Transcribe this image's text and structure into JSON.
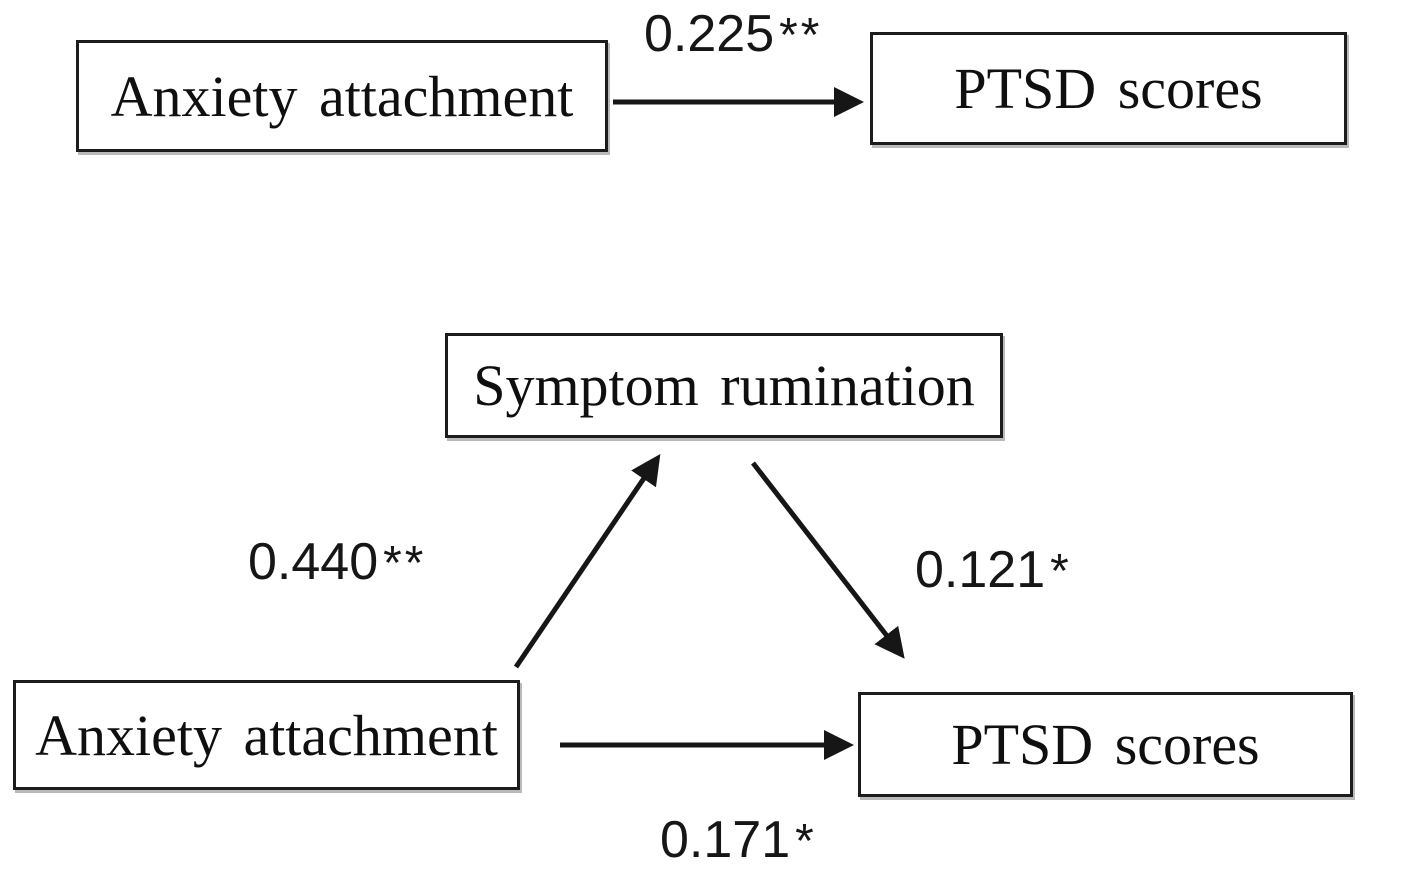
{
  "figure": {
    "background_color": "#ffffff",
    "ink_color": "#161616",
    "total_effect_model": {
      "predictor": {
        "label": "Anxiety attachment"
      },
      "outcome": {
        "label": "PTSD scores"
      },
      "direct_path": {
        "coefficient": "0.225",
        "significance": "**",
        "full_label": "0.225**"
      }
    },
    "mediation_model": {
      "predictor": {
        "label": "Anxiety attachment"
      },
      "mediator": {
        "label": "Symptom rumination"
      },
      "outcome": {
        "label": "PTSD scores"
      },
      "path_a": {
        "from": "Anxiety attachment",
        "to": "Symptom rumination",
        "coefficient": "0.440",
        "significance": "**",
        "full_label": "0.440**"
      },
      "path_b": {
        "from": "Symptom rumination",
        "to": "PTSD scores",
        "coefficient": "0.121",
        "significance": "*",
        "full_label": "0.121*"
      },
      "path_c_direct": {
        "from": "Anxiety attachment",
        "to": "PTSD scores",
        "coefficient": "0.171",
        "significance": "*",
        "full_label": "0.171*"
      }
    }
  }
}
